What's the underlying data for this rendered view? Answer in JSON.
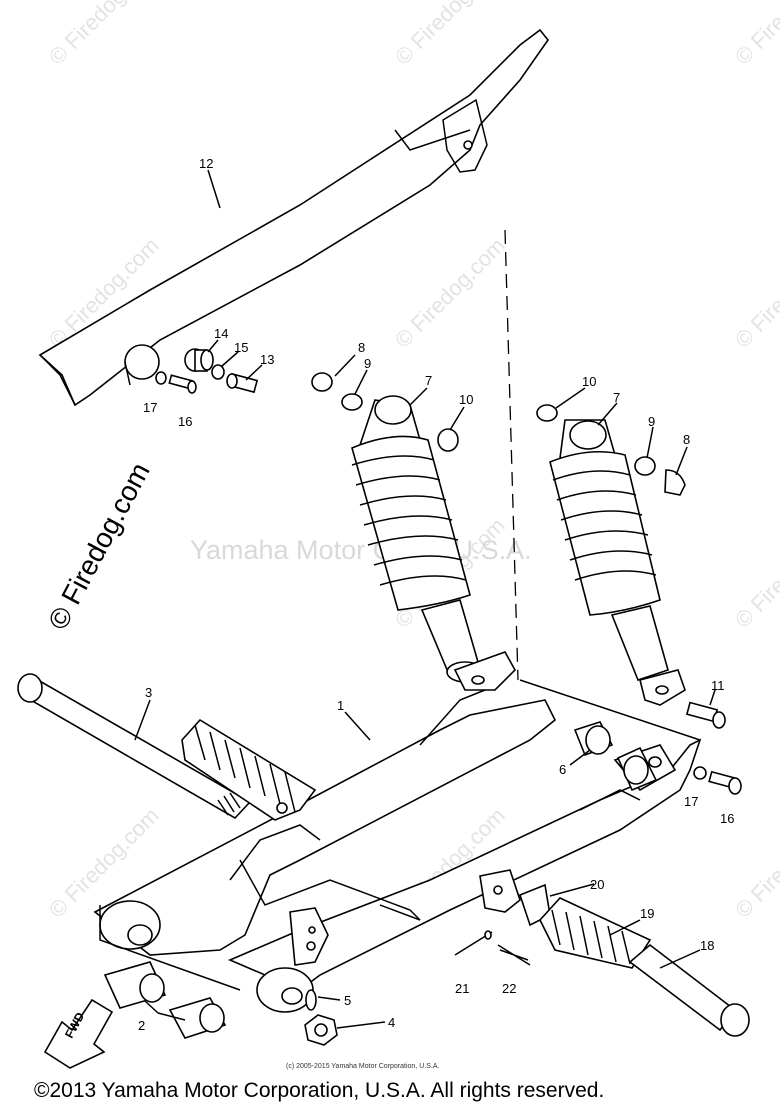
{
  "watermarks": {
    "corner_text": "© Firedog.com",
    "side_text": "© Firedog.com",
    "center_text": "Yamaha Motor Corp., U.S.A."
  },
  "copyright_small": "(c) 2005-2015 Yamaha Motor Corporation, U.S.A.",
  "copyright_footer": "©2013 Yamaha Motor Corporation, U.S.A. All rights reserved.",
  "fwd_label": "FWD",
  "callouts": [
    {
      "id": "c12",
      "label": "12"
    },
    {
      "id": "c14",
      "label": "14"
    },
    {
      "id": "c15",
      "label": "15"
    },
    {
      "id": "c13",
      "label": "13"
    },
    {
      "id": "c17a",
      "label": "17"
    },
    {
      "id": "c16a",
      "label": "16"
    },
    {
      "id": "c8a",
      "label": "8"
    },
    {
      "id": "c9a",
      "label": "9"
    },
    {
      "id": "c7a",
      "label": "7"
    },
    {
      "id": "c10a",
      "label": "10"
    },
    {
      "id": "c10b",
      "label": "10"
    },
    {
      "id": "c7b",
      "label": "7"
    },
    {
      "id": "c9b",
      "label": "9"
    },
    {
      "id": "c8b",
      "label": "8"
    },
    {
      "id": "c3",
      "label": "3"
    },
    {
      "id": "c1",
      "label": "1"
    },
    {
      "id": "c11",
      "label": "11"
    },
    {
      "id": "c6",
      "label": "6"
    },
    {
      "id": "c17b",
      "label": "17"
    },
    {
      "id": "c16b",
      "label": "16"
    },
    {
      "id": "c20",
      "label": "20"
    },
    {
      "id": "c19",
      "label": "19"
    },
    {
      "id": "c18",
      "label": "18"
    },
    {
      "id": "c21",
      "label": "21"
    },
    {
      "id": "c22",
      "label": "22"
    },
    {
      "id": "c5",
      "label": "5"
    },
    {
      "id": "c4",
      "label": "4"
    },
    {
      "id": "c2",
      "label": "2"
    }
  ]
}
